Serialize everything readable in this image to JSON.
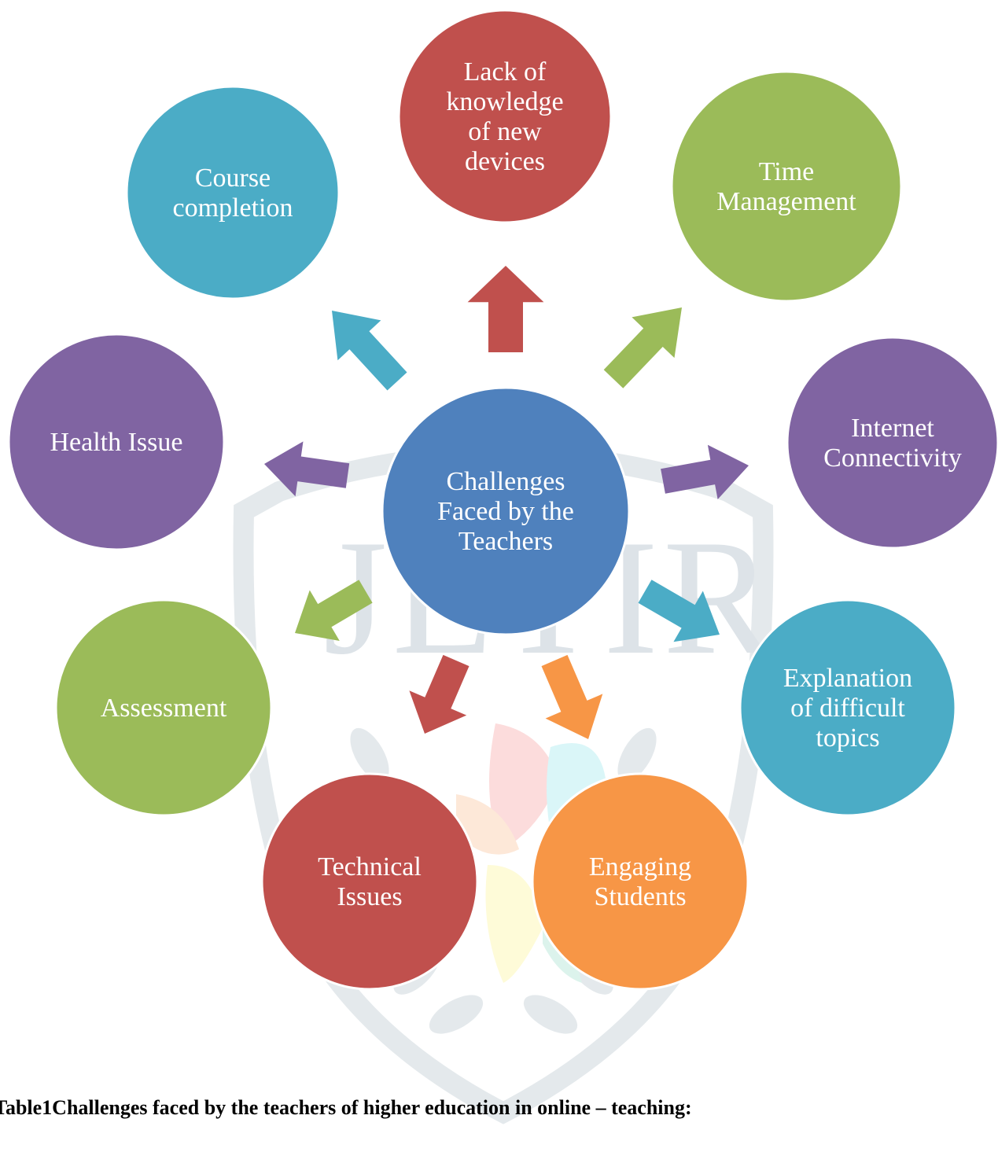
{
  "center": {
    "lines": [
      "Challenges",
      "Faced by the",
      "Teachers"
    ],
    "color": "#4f81bd"
  },
  "nodes": [
    {
      "id": "course-completion",
      "lines": [
        "Course",
        "completion"
      ],
      "color": "#4bacc6"
    },
    {
      "id": "lack-of-knowledge",
      "lines": [
        "Lack of",
        "knowledge",
        "of new",
        "devices"
      ],
      "color": "#c0504d"
    },
    {
      "id": "time-management",
      "lines": [
        "Time",
        "Management"
      ],
      "color": "#9bbb59"
    },
    {
      "id": "health-issue",
      "lines": [
        "Health Issue"
      ],
      "color": "#8064a2"
    },
    {
      "id": "internet-connectivity",
      "lines": [
        "Internet",
        "Connectivity"
      ],
      "color": "#8064a2"
    },
    {
      "id": "assessment",
      "lines": [
        "Assessment"
      ],
      "color": "#9bbb59"
    },
    {
      "id": "explanation-of-difficult-topics",
      "lines": [
        "Explanation",
        "of difficult",
        "topics"
      ],
      "color": "#4bacc6"
    },
    {
      "id": "technical-issues",
      "lines": [
        "Technical",
        "Issues"
      ],
      "color": "#c0504d"
    },
    {
      "id": "engaging-students",
      "lines": [
        "Engaging",
        "Students"
      ],
      "color": "#f79646"
    }
  ],
  "caption": "Table1Challenges faced by the teachers of higher education in online – teaching:",
  "watermark": {
    "text": "JETIR",
    "color": "#dde3e8"
  }
}
